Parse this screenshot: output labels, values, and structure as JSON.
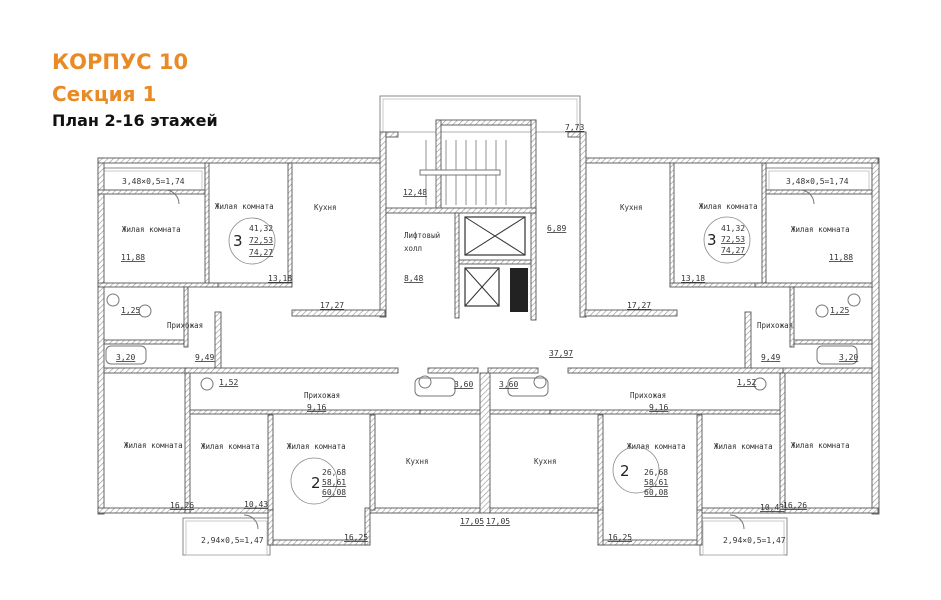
{
  "header": {
    "building": "КОРПУС 10",
    "section": "Секция 1",
    "plan": "План 2-16 этажей"
  },
  "colors": {
    "title_accent": "#e98a24",
    "title_text": "#111111",
    "walls": "#555555"
  },
  "plan": {
    "common": {
      "stair_area": "12,48",
      "lift_hall_label_1": "Лифтовый",
      "lift_hall_label_2": "холл",
      "lift_hall_area": "8,48",
      "vestibule_area": "6,89",
      "balcony_area": "7,73",
      "corridor_area": "37,97"
    },
    "apt_3_left": {
      "rooms": "3",
      "areas": [
        "41,32",
        "72,53",
        "74,27"
      ],
      "balcony": "3,48×0,5=1,74",
      "bedroom1_label": "Жилая комната",
      "bedroom1_area": "11,88",
      "bedroom2_label": "Жилая комната",
      "bedroom2_area": "13,18",
      "kitchen_label": "Кухня",
      "kitchen_area": "17,27",
      "hall_label": "Прихожая",
      "hall_area": "9,49",
      "wc_area": "1,25",
      "bath_area": "3,20"
    },
    "apt_3_right": {
      "rooms": "3",
      "areas": [
        "41,32",
        "72,53",
        "74,27"
      ],
      "balcony": "3,48×0,5=1,74",
      "bedroom1_label": "Жилая комната",
      "bedroom1_area": "11,88",
      "bedroom2_label": "Жилая комната",
      "bedroom2_area": "13,18",
      "kitchen_label": "Кухня",
      "kitchen_area": "17,27",
      "hall_label": "Прихожая",
      "hall_area": "9,49",
      "wc_area": "1,25",
      "bath_area": "3,20"
    },
    "apt_2_left": {
      "rooms": "2",
      "areas": [
        "26,68",
        "58,61",
        "60,08"
      ],
      "balcony": "2,94×0,5=1,47",
      "bedroom1_label": "Жилая комната",
      "bedroom1_area": "10,43",
      "bedroom2_label": "Жилая комната",
      "bedroom2_area": "16,25",
      "kitchen_label": "Кухня",
      "kitchen_area": "17,05",
      "hall_label": "Прихожая",
      "hall_area": "9,16",
      "wc_area": "1,52",
      "bath_area": "3,60"
    },
    "apt_2_right": {
      "rooms": "2",
      "areas": [
        "26,68",
        "58,61",
        "60,08"
      ],
      "balcony": "2,94×0,5=1,47",
      "bedroom1_label": "Жилая комната",
      "bedroom1_area": "10,43",
      "bedroom2_label": "Жилая комната",
      "bedroom2_area": "16,25",
      "kitchen_label": "Кухня",
      "kitchen_area": "17,05",
      "hall_label": "Прихожая",
      "hall_area": "9,16",
      "wc_area": "1,52",
      "bath_area": "3,60"
    },
    "apt_1_left": {
      "room_label": "Жилая комната",
      "room_area": "16,26"
    },
    "apt_1_right": {
      "room_label": "Жилая комната",
      "room_area": "16,26"
    }
  }
}
